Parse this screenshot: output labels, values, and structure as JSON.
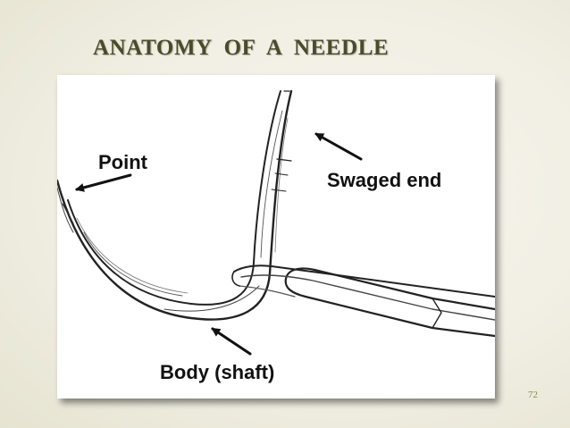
{
  "slide": {
    "title": "ANATOMY  OF  A  NEEDLE",
    "page_number": "72"
  },
  "diagram": {
    "labels": {
      "point": "Point",
      "swaged_end": "Swaged end",
      "body": "Body (shaft)"
    }
  },
  "colors": {
    "title": "#4b4a2a",
    "background": "#f1efe3",
    "line_art": "#222222"
  }
}
